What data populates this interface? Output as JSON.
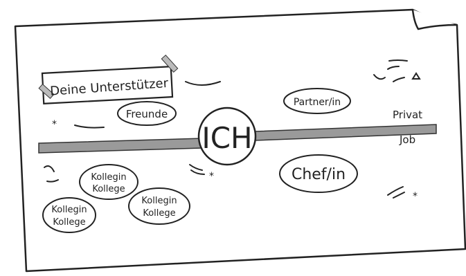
{
  "sticker": {
    "label": "Deine Unterstützer"
  },
  "center": {
    "label": "ICH"
  },
  "axis": {
    "top_label": "Privat",
    "bottom_label": "Job"
  },
  "bubbles": {
    "freunde": "Freunde",
    "partner": "Partner/in",
    "chef": "Chef/in",
    "kollege_1_line1": "Kollegin",
    "kollege_1_line2": "Kollege",
    "kollege_2_line1": "Kollegin",
    "kollege_2_line2": "Kollege",
    "kollege_3_line1": "Kollegin",
    "kollege_3_line2": "Kollege"
  },
  "colors": {
    "ink": "#222222",
    "bar": "#9a9a9a",
    "paper": "#ffffff"
  }
}
